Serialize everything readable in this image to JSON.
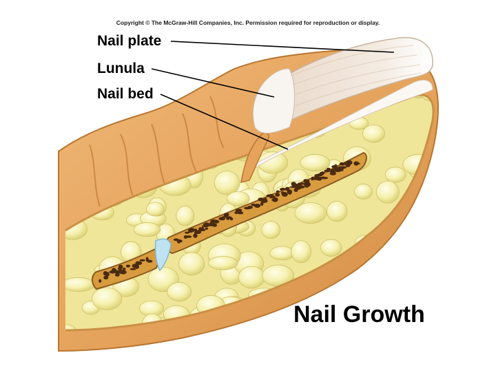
{
  "copyright": "Copyright © The McGraw-Hill Companies, Inc. Permission required for reproduction or display.",
  "title": "Nail Growth",
  "labels": {
    "nail_plate": "Nail plate",
    "lunula": "Lunula",
    "nail_bed": "Nail bed"
  },
  "colors": {
    "skin": "#e9a65e",
    "skin_shadow": "#c57d3a",
    "fat": "#f3eea0",
    "bone": "#d69a3c",
    "bone_pores": "#4a2a10",
    "nail": "#f1e6da",
    "lunula": "#f7f3ee",
    "joint": "#bfe3f2",
    "leader": "#000000"
  }
}
